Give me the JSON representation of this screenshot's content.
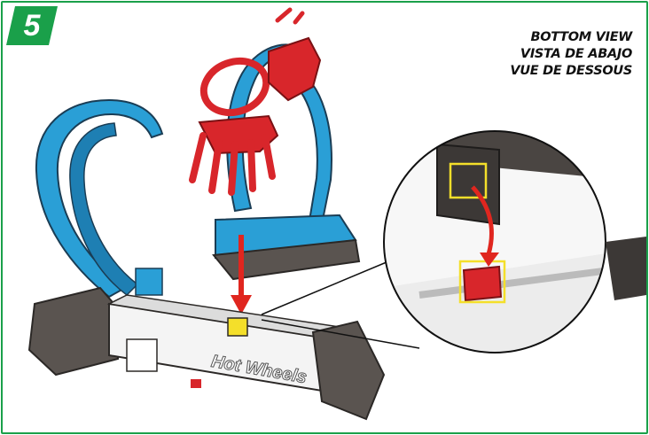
{
  "step": {
    "number": "5",
    "badge_color": "#1aa04a"
  },
  "caption": {
    "line_en": "BOTTOM VIEW",
    "line_es": "VISTA DE ABAJO",
    "line_fr": "VUE DE DESSOUS"
  },
  "colors": {
    "track_blue": "#2a9fd6",
    "part_red": "#d8262b",
    "base_gray": "#5a5450",
    "highlight_yellow": "#f4df2a",
    "arrow_red": "#e0261f"
  },
  "brand": {
    "logo_text": "Hot Wheels"
  }
}
